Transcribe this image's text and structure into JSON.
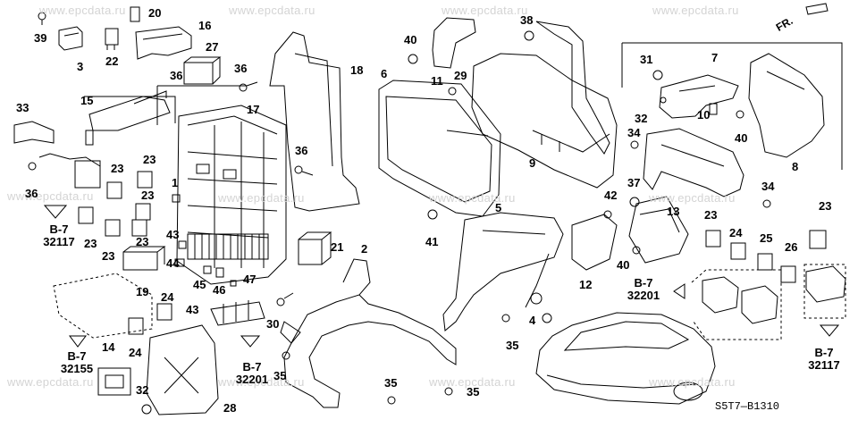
{
  "watermark": "www.epcdata.ru",
  "part_numbers": [
    "1",
    "2",
    "3",
    "4",
    "5",
    "6",
    "7",
    "8",
    "9",
    "10",
    "11",
    "12",
    "13",
    "14",
    "15",
    "16",
    "17",
    "18",
    "19",
    "20",
    "21",
    "22",
    "23",
    "24",
    "25",
    "26",
    "27",
    "28",
    "29",
    "30",
    "31",
    "32",
    "33",
    "34",
    "35",
    "36",
    "37",
    "38",
    "39",
    "40",
    "41",
    "42",
    "43",
    "44",
    "45",
    "46",
    "47"
  ],
  "references": [
    {
      "code": "B-7",
      "page": "32117"
    },
    {
      "code": "B-7",
      "page": "32155"
    },
    {
      "code": "B-7",
      "page": "32201"
    },
    {
      "code": "B-7",
      "page": "32201"
    },
    {
      "code": "B-7",
      "page": "32117"
    }
  ],
  "front_marker": "FR.",
  "diagram_code": "S5T7—B1310",
  "colors": {
    "line": "#000000",
    "watermark": "#d4d4d4",
    "background": "#ffffff"
  }
}
